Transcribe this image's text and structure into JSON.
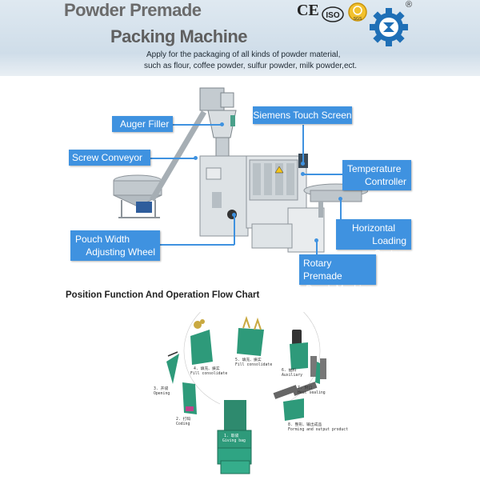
{
  "header": {
    "title_line1": "Powder Premade",
    "title_line2": "Packing Machine",
    "subtitle_line1": "Apply for the  packaging of all kinds of powder material,",
    "subtitle_line2": "such as flour, coffee powder, sulfur powder, milk powder,ect.",
    "cert_ce": "CE",
    "cert_iso": "ISO",
    "cert_sgs": "SGS",
    "registered_mark": "®"
  },
  "labels": {
    "auger_filler": "Auger Filler",
    "screw_conveyor": "Screw Conveyor",
    "pouch_width_line1": "Pouch Width",
    "pouch_width_line2": "Adjusting Wheel",
    "siemens_touch_screen": "Siemens Touch Screen",
    "temperature_line1": "Temperature",
    "temperature_line2": "Controller",
    "horizontal_line1": "Horizontal",
    "horizontal_line2": "Loading System",
    "rotary_line1": "Rotary Premade",
    "rotary_line2": "Pouch Machine"
  },
  "flow_chart": {
    "title": "Position Function And Operation Flow Chart",
    "steps": [
      {
        "cn": "1. 取袋",
        "en": "Giving bag"
      },
      {
        "cn": "2. 打码",
        "en": "Coding"
      },
      {
        "cn": "3. 开袋",
        "en": "Opening"
      },
      {
        "cn": "4. 填充、振实",
        "en": "Fill consolidate"
      },
      {
        "cn": "5. 填充、振实",
        "en": "Fill consolidate"
      },
      {
        "cn": "6. 抽料",
        "en": "Auxiliary"
      },
      {
        "cn": "7. 封口",
        "en": "Heat sealing"
      },
      {
        "cn": "8. 整形、输出成品",
        "en": "Forming and output product"
      }
    ]
  },
  "colors": {
    "label_blue": "#3f92e0",
    "bag_green": "#2e9a7a",
    "banner_blue": "#cfdde9"
  }
}
